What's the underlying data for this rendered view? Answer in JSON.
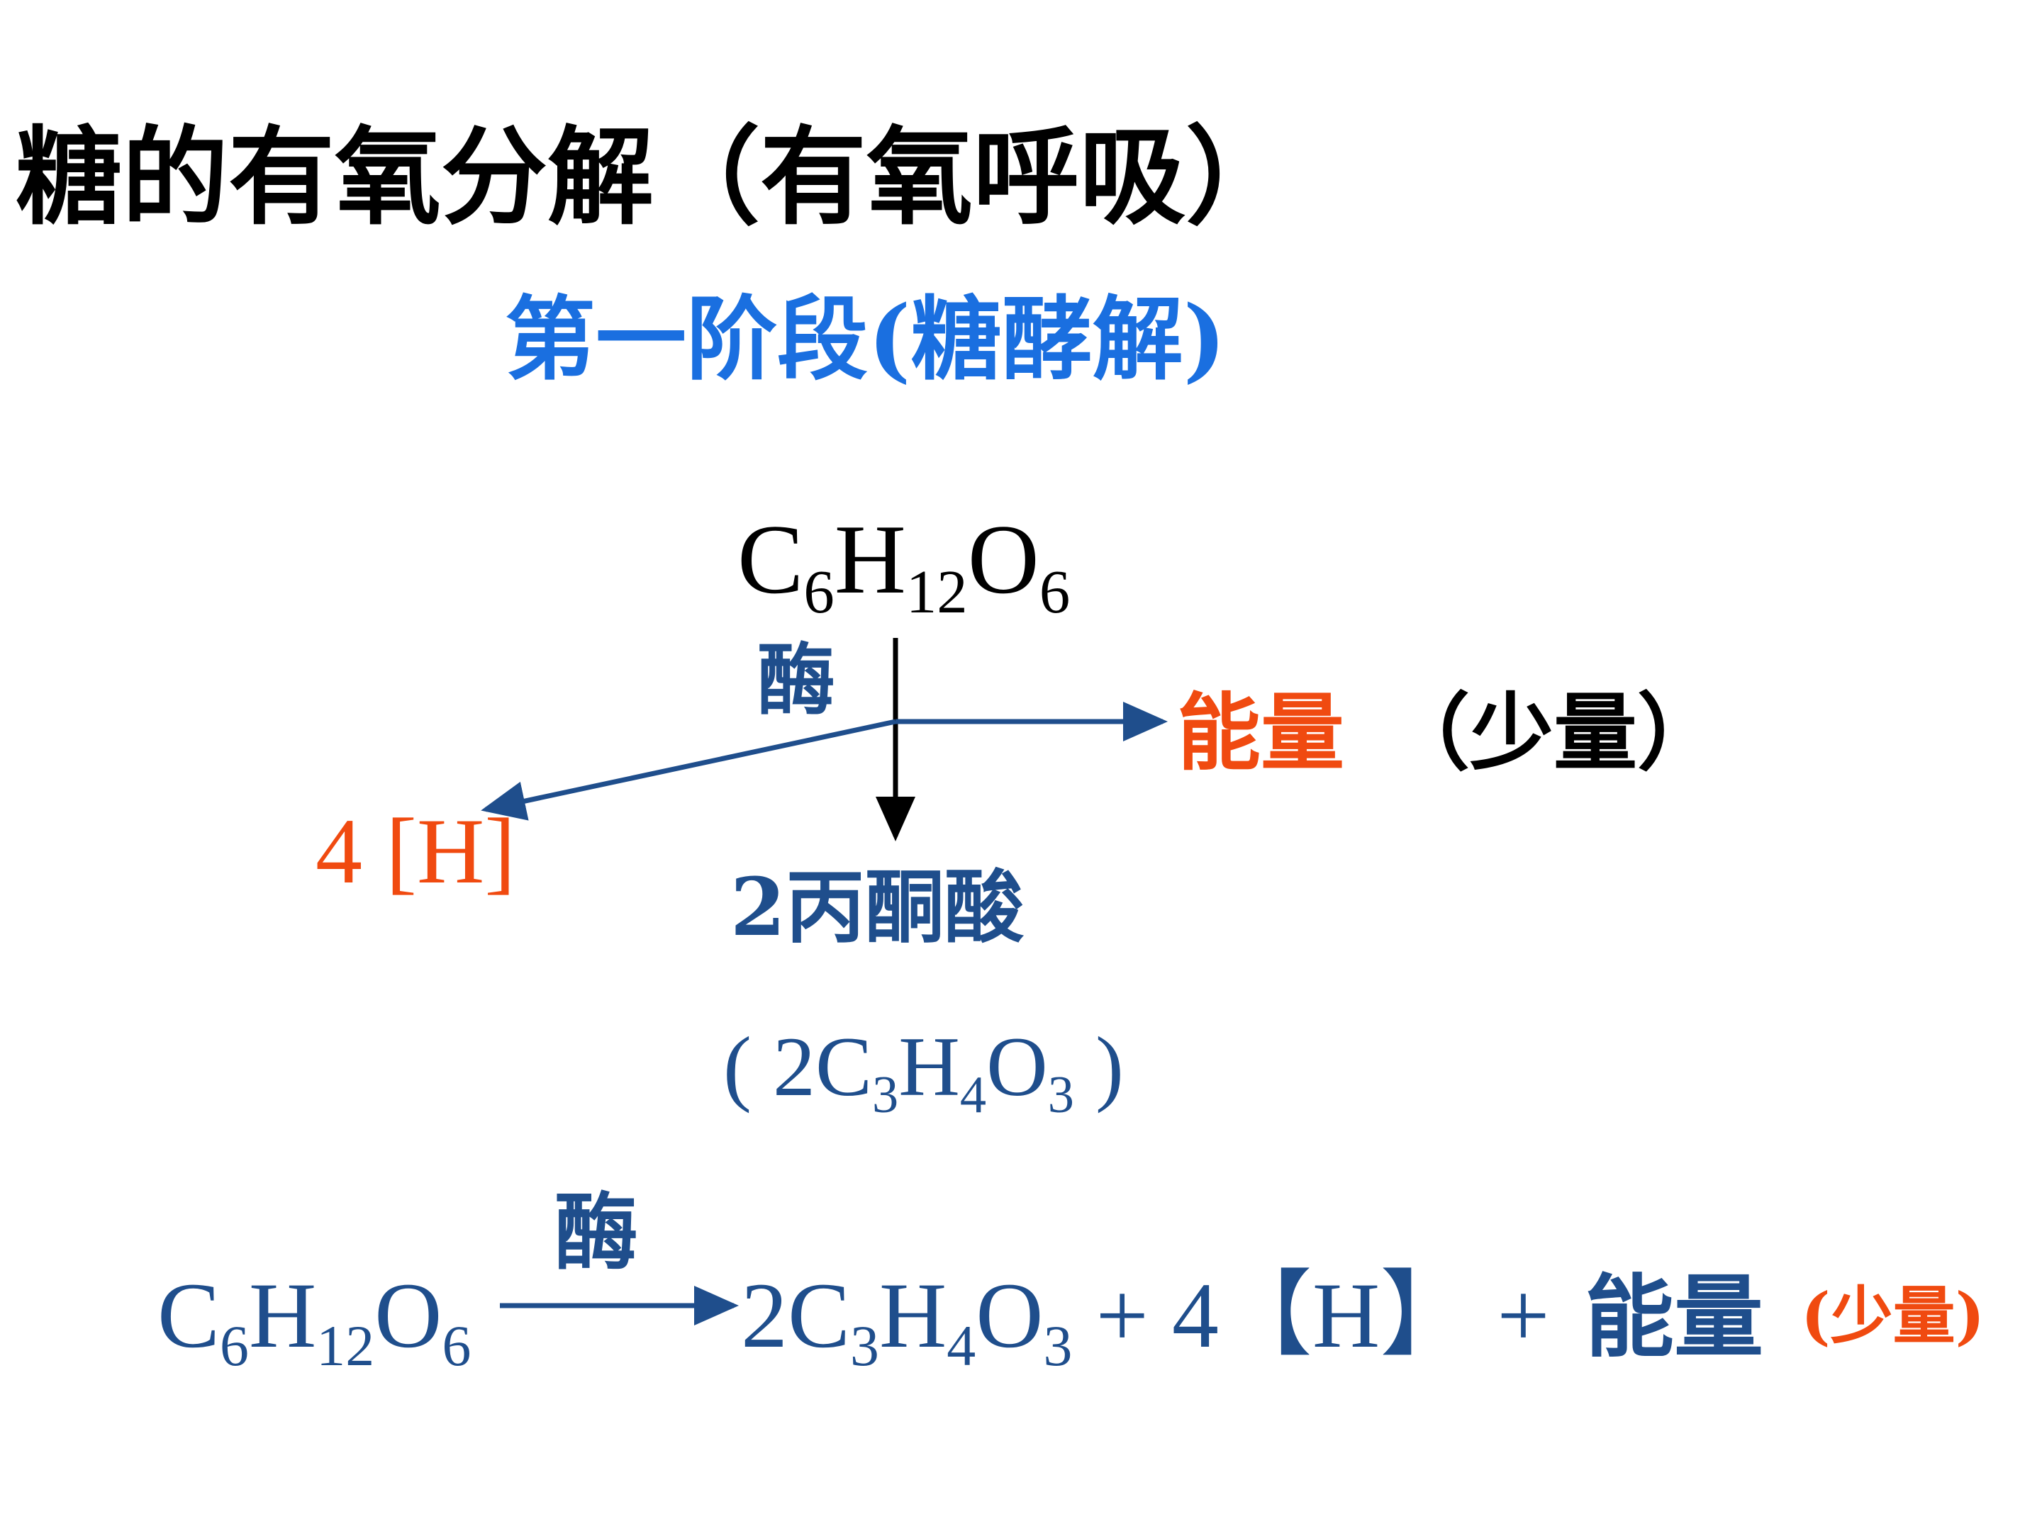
{
  "title": "糖的有氧分解（有氧呼吸）",
  "subtitle": "第一阶段(糖酵解)",
  "diagram": {
    "glucose": {
      "parts": [
        "C",
        "6",
        "H",
        "12",
        "O",
        "6"
      ]
    },
    "enzyme": "酶",
    "energy_label": "能量",
    "energy_note": "（少量）",
    "hydrogen": "4 [H]",
    "pyruvate_label": "2丙酮酸",
    "pyruvate_formula": {
      "open": "( 2C",
      "s1": "3",
      "h": "H",
      "s2": "4",
      "o": "O",
      "s3": "3",
      "close": " )"
    }
  },
  "equation": {
    "reactant": {
      "parts": [
        "C",
        "6",
        "H",
        "12",
        "O",
        "6"
      ]
    },
    "enzyme": "酶",
    "products": {
      "p1": "2C",
      "s1": "3",
      "h": "H",
      "s2": "4",
      "o": "O",
      "s3": "3",
      "rest": " + 4【H】 +"
    },
    "energy": "能量",
    "energy_note": "(少量)"
  },
  "colors": {
    "title": "#000000",
    "subtitle": "#1a6fe0",
    "formula_blue": "#1f4e8c",
    "highlight_red": "#f04a10"
  }
}
